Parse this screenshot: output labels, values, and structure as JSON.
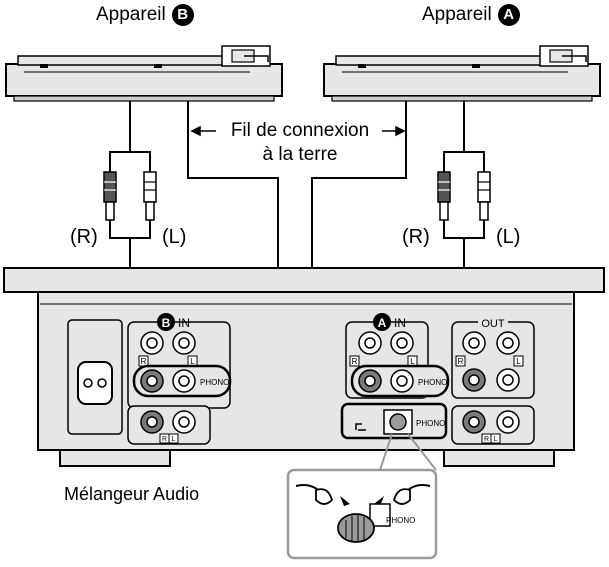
{
  "devices": {
    "b": {
      "label": "Appareil",
      "badge": "B"
    },
    "a": {
      "label": "Appareil",
      "badge": "A"
    }
  },
  "ground_wire": {
    "line1": "Fil de connexion",
    "line2": "à la terre"
  },
  "channels": {
    "right": "(R)",
    "left": "(L)"
  },
  "mixer": {
    "name": "Mélangeur Audio",
    "in_label": "IN",
    "out_label": "OUT",
    "phono_label": "PHONO",
    "r_mark": "R",
    "l_mark": "L"
  },
  "colors": {
    "line": "#000000",
    "panel": "#e6e6e6",
    "panel_dark": "#cfcfcf",
    "jack_dark": "#7a7a7a",
    "highlight": "#9a9a9a"
  }
}
